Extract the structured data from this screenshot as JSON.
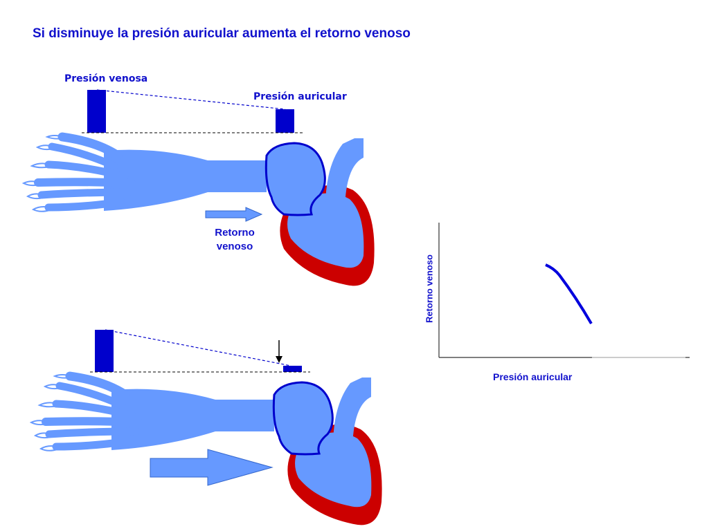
{
  "title": "Si disminuye la presión auricular aumenta el retorno venoso",
  "labels": {
    "presion_venosa": "Presión venosa",
    "presion_auricular": "Presión auricular",
    "retorno_venoso": "Retorno venoso"
  },
  "graph": {
    "xlabel": "Presión auricular",
    "ylabel": "Retorno venoso"
  },
  "colors": {
    "vein": "#6699ff",
    "outline": "#0000cc",
    "bar": "#0000cc",
    "heart_wall": "#cc0000",
    "text": "#1111cc"
  }
}
